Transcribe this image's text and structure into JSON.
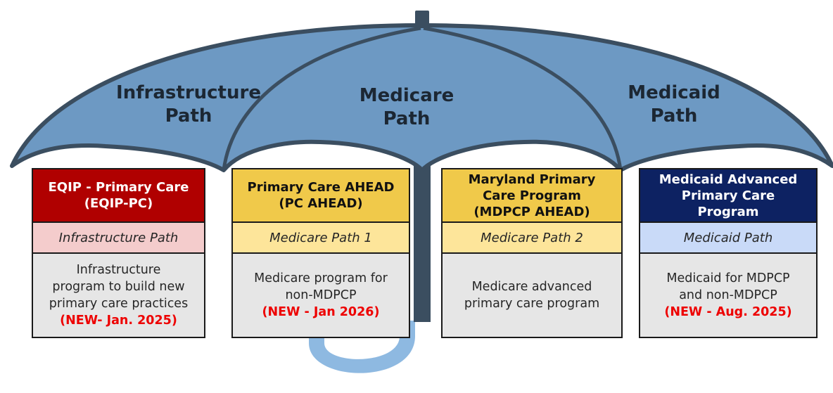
{
  "colors": {
    "canopy": "#6d99c3",
    "canopy_outline": "#3b4e60",
    "handle": "#8eb9e1",
    "red_header": "#b00000",
    "red_sub": "#f4cccc",
    "yellow_header": "#f0c94a",
    "yellow_sub": "#fde59a",
    "navy_header": "#0d2262",
    "blue_sub": "#c9daf8",
    "body_bg": "#e6e6e6",
    "new_text": "#ee0000"
  },
  "canopy_labels": {
    "infrastructure": [
      "Infrastructure",
      "Path"
    ],
    "medicare": [
      "Medicare",
      "Path"
    ],
    "medicaid": [
      "Medicaid",
      "Path"
    ]
  },
  "cards": [
    {
      "header": [
        "EQIP - Primary Care",
        "(EQIP-PC)"
      ],
      "sub": "Infrastructure Path",
      "body": [
        "Infrastructure",
        "program to build new",
        "primary care practices"
      ],
      "new": "(NEW- Jan. 2025)"
    },
    {
      "header": [
        "Primary Care AHEAD",
        "(PC AHEAD)"
      ],
      "sub": "Medicare Path 1",
      "body": [
        "Medicare program for",
        "non-MDPCP"
      ],
      "new": "(NEW - Jan 2026)"
    },
    {
      "header": [
        "Maryland Primary",
        "Care Program",
        "(MDPCP AHEAD)"
      ],
      "sub": "Medicare Path 2",
      "body": [
        "Medicare advanced",
        "primary care program"
      ],
      "new": ""
    },
    {
      "header": [
        "Medicaid Advanced",
        "Primary Care",
        "Program"
      ],
      "sub": "Medicaid Path",
      "body": [
        "Medicaid for MDPCP",
        "and non-MDPCP"
      ],
      "new": "(NEW - Aug. 2025)"
    }
  ]
}
